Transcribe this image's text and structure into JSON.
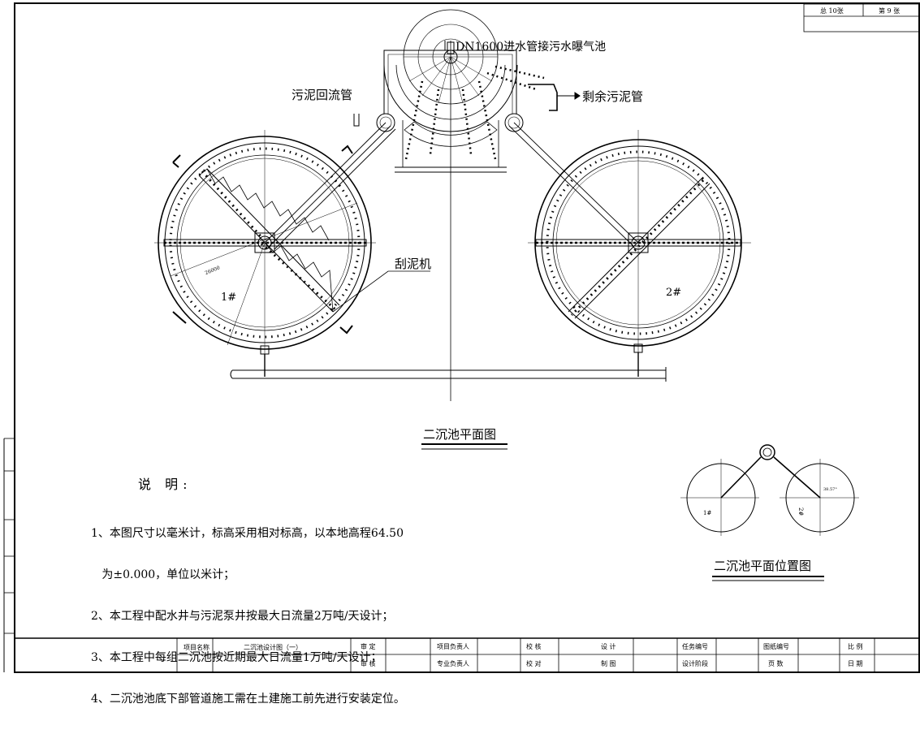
{
  "sheet_counter": {
    "total": "总 10张",
    "current": "第 9 张"
  },
  "labels": {
    "inlet": "DN1600进水管接污水曝气池",
    "return_sludge": "污泥回流管",
    "excess_sludge": "剩余污泥管",
    "scraper": "刮泥机",
    "tank1": "1#",
    "tank2": "2#",
    "tank1_diameter": "26000",
    "plan_title": "二沉池平面图",
    "location_title": "二沉池平面位置图"
  },
  "location_inset": {
    "tank1": "1#",
    "tank2": "2#",
    "angle": "38.57°"
  },
  "notes": {
    "heading": "说 明:",
    "lines": [
      "1、本图尺寸以毫米计，标高采用相对标高，以本地高程64.50",
      "   为±0.000，单位以米计；",
      "2、本工程中配水井与污泥泵井按最大日流量2万吨/天设计；",
      "3、本工程中每组二沉池按近期最大日流量1万吨/天设计；",
      "4、二沉池池底下部管道施工需在土建施工前先进行安装定位。"
    ]
  },
  "title_block": {
    "project_name_label": "项目名称",
    "project_name": "二沉池设计图（一）",
    "approve": "审 定",
    "review": "审 核",
    "project_lead": "项目负责人",
    "discipline_lead": "专业负责人",
    "check": "校 核",
    "proof": "校 对",
    "design": "设 计",
    "draw": "制 图",
    "task_no": "任务编号",
    "design_stage": "设计阶段",
    "drawing_no": "图纸编号",
    "page_count": "页 数",
    "scale": "比 例",
    "date": "日 期"
  }
}
